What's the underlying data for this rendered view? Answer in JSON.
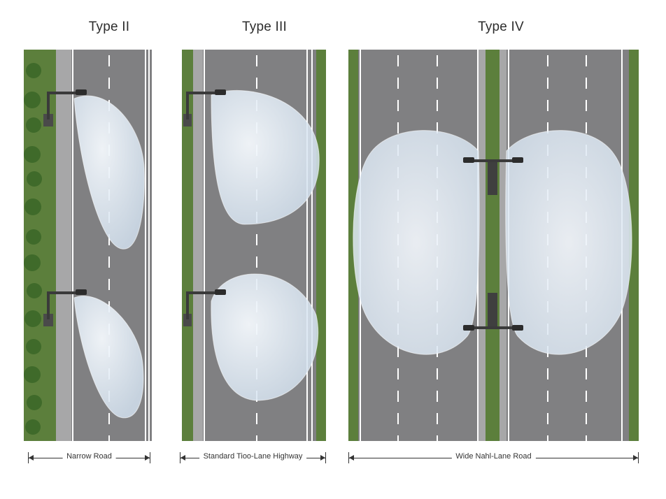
{
  "diagram": {
    "titles": {
      "type2": "Type II",
      "type3": "Type III",
      "type4": "Type IV"
    },
    "labels": {
      "narrow": "Narrow Road",
      "standard": "Standard Tioo-Lane Highway",
      "wide": "Wide Nahl-Lane Road"
    },
    "colors": {
      "asphalt": "#808082",
      "grass": "#5c7f3c",
      "sidewalk": "#a7a7a8",
      "lane_marking": "#ffffff",
      "light_pool": "#e2ecf6",
      "pole": "#3a3a3a",
      "shrub": "#3f6a2a"
    },
    "icons": [
      "street-light-icon",
      "shrub-icon"
    ]
  }
}
